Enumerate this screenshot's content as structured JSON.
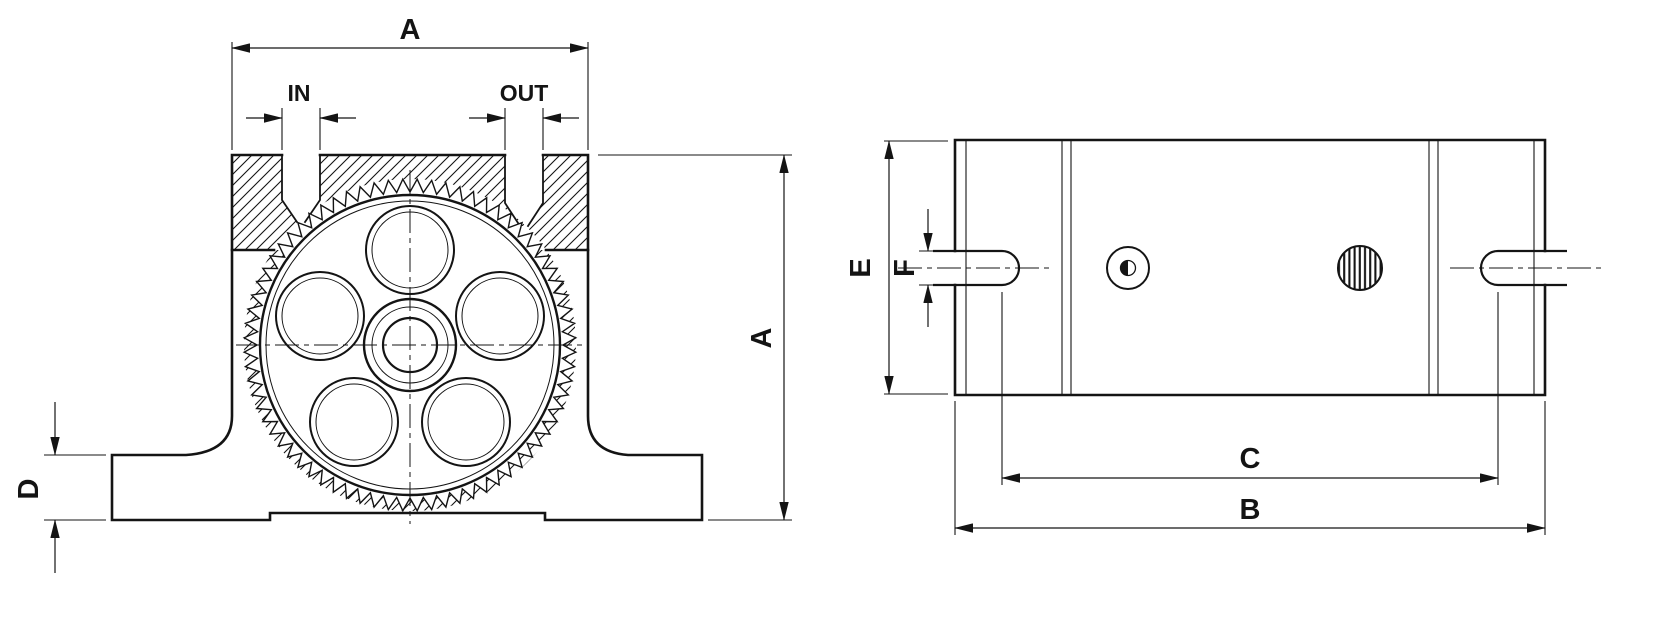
{
  "page": {
    "background": "#ffffff",
    "line_color": "#141414"
  },
  "front_view": {
    "name": "front-section-view",
    "labels": {
      "width": "A",
      "height": "A",
      "inlet": "IN",
      "outlet": "OUT",
      "base_height": "D"
    }
  },
  "side_view": {
    "name": "side-view",
    "labels": {
      "body_height": "E",
      "slot_width": "F",
      "slot_centers": "C",
      "overall_length": "B"
    }
  }
}
